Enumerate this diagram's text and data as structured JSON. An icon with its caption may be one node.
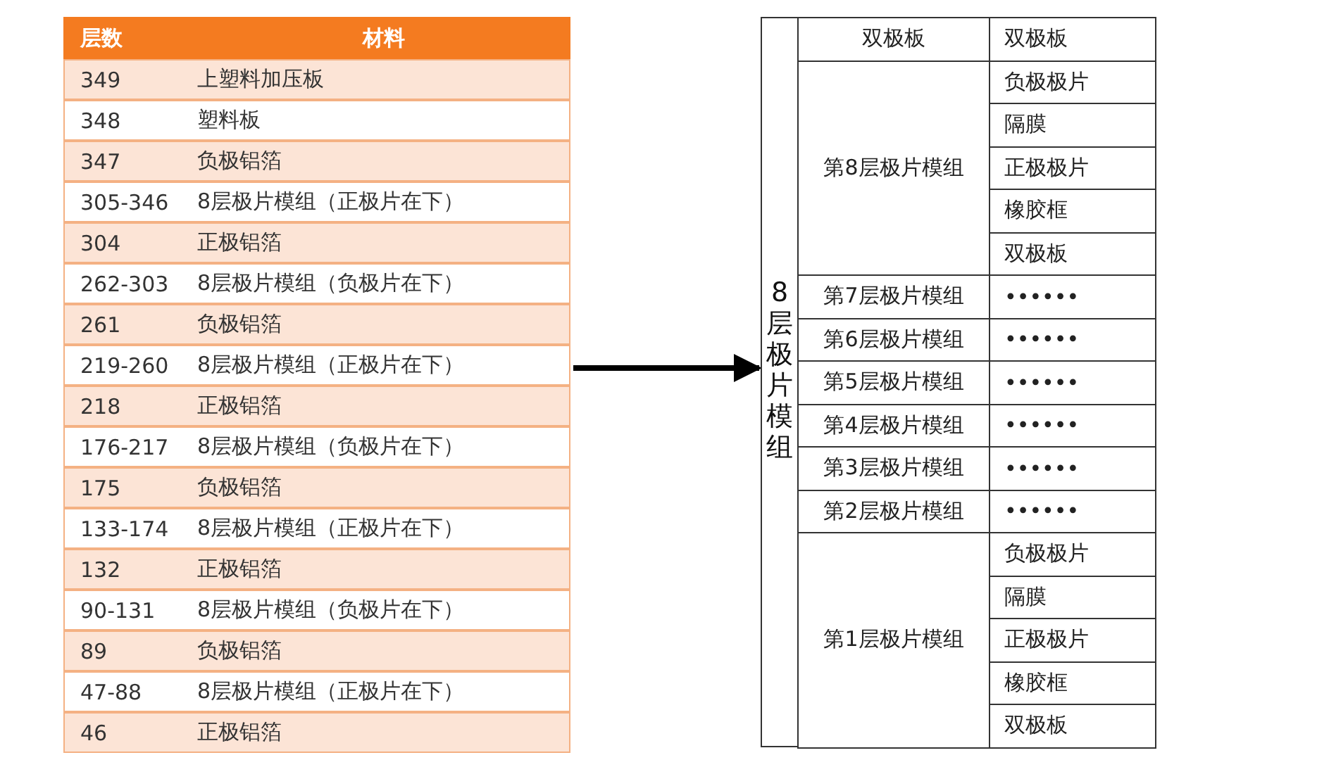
{
  "diagram": {
    "nodes": [
      {
        "text": [
          "349",
          "上塑料加压板"
        ]
      },
      {
        "text": [
          "348",
          "塑料板"
        ]
      },
      {
        "text": [
          "347",
          "负极铝箔"
        ]
      },
      {
        "text": [
          "305-346",
          "8层极片模组（正极片在下）"
        ]
      },
      {
        "text": [
          "304",
          "正极铝箔"
        ]
      },
      {
        "text": [
          "262-303",
          "8层极片模组（负极片在下）"
        ]
      },
      {
        "text": [
          "261",
          "负极铝箔"
        ]
      },
      {
        "text": [
          "219-260",
          "8层极片模组（正极片在下）"
        ]
      },
      {
        "text": [
          "218",
          "正极铝箔"
        ]
      },
      {
        "text": [
          "176-217",
          "8层极片模组（负极片在下）"
        ]
      },
      {
        "text": [
          "175",
          "负极铝箔"
        ]
      },
      {
        "text": [
          "133-174",
          "8层极片模组（正极片在下）"
        ]
      },
      {
        "text": [
          "132",
          "正极铝箔"
        ]
      },
      {
        "text": [
          "90-131",
          "8层极片模组（负极片在下）"
        ]
      },
      {
        "text": [
          "89",
          "负极铝箔"
        ]
      },
      {
        "text": [
          "47-88",
          "8层极片模组（正极片在下）"
        ]
      },
      {
        "text": [
          "46",
          "正极铝箔"
        ]
      },
      {
        "text": [
          "8层极片模组"
        ]
      }
    ],
    "edges": [
      {
        "from": 7,
        "to": 17,
        "arrow": "to"
      }
    ],
    "labels": [
      "层数",
      "材料",
      "双极板",
      "双极板",
      "第8层极片模组",
      "负极极片",
      "隔膜",
      "正极极片",
      "橡胶框",
      "双极板",
      "第7层极片模组",
      "••••••",
      "第6层极片模组",
      "••••••",
      "第5层极片模组",
      "••••••",
      "第4层极片模组",
      "••••••",
      "第3层极片模组",
      "••••••",
      "第2层极片模组",
      "••••••",
      "第1层极片模组",
      "负极极片",
      "隔膜",
      "正极极片",
      "橡胶框",
      "双极板"
    ]
  }
}
